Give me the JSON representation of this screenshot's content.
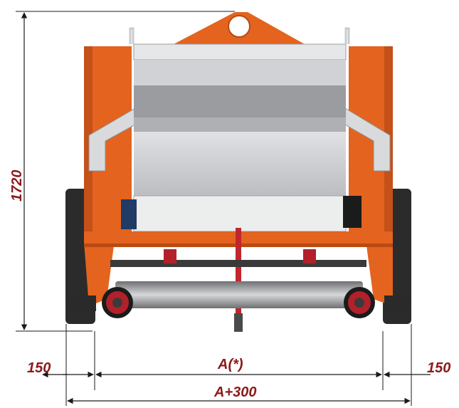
{
  "dimensions": {
    "height_label": "1720",
    "left_offset_label": "150",
    "right_offset_label": "150",
    "track_width_label": "A(*)",
    "overall_width_label": "A+300"
  },
  "colors": {
    "dimension": "#8b1a1a",
    "frame_orange": "#e4631f",
    "hopper_grey": "#c9cbce",
    "wheel_red": "#b3202a",
    "dark": "#2a2a2a"
  }
}
